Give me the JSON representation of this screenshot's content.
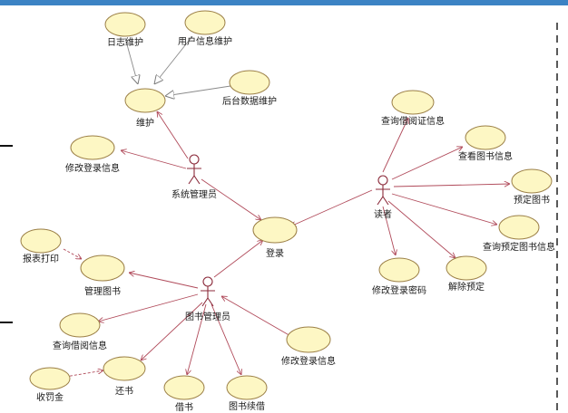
{
  "use_cases": [
    {
      "id": "log",
      "label": "日志维护"
    },
    {
      "id": "user_info",
      "label": "用户信息维护"
    },
    {
      "id": "backend",
      "label": "后台数据维护"
    },
    {
      "id": "maintain",
      "label": "维护"
    },
    {
      "id": "admin_modify",
      "label": "修改登录信息"
    },
    {
      "id": "query_card",
      "label": "查询借阅证信息"
    },
    {
      "id": "view_book",
      "label": "查看图书信息"
    },
    {
      "id": "reserve",
      "label": "预定图书"
    },
    {
      "id": "query_reserve",
      "label": "查询预定图书信息"
    },
    {
      "id": "cancel_reserve",
      "label": "解除预定"
    },
    {
      "id": "reader_modify",
      "label": "修改登录密码"
    },
    {
      "id": "login",
      "label": "登录"
    },
    {
      "id": "report",
      "label": "报表打印"
    },
    {
      "id": "manage_book",
      "label": "管理图书"
    },
    {
      "id": "query_borrow",
      "label": "查询借阅信息"
    },
    {
      "id": "fine",
      "label": "收罚金"
    },
    {
      "id": "return",
      "label": "还书"
    },
    {
      "id": "borrow",
      "label": "借书"
    },
    {
      "id": "renew",
      "label": "图书续借"
    },
    {
      "id": "lib_modify",
      "label": "修改登录信息"
    }
  ],
  "actors": [
    {
      "id": "sysadmin",
      "label": "系统管理员"
    },
    {
      "id": "reader",
      "label": "读者"
    },
    {
      "id": "librarian",
      "label": "图书管理员"
    }
  ]
}
